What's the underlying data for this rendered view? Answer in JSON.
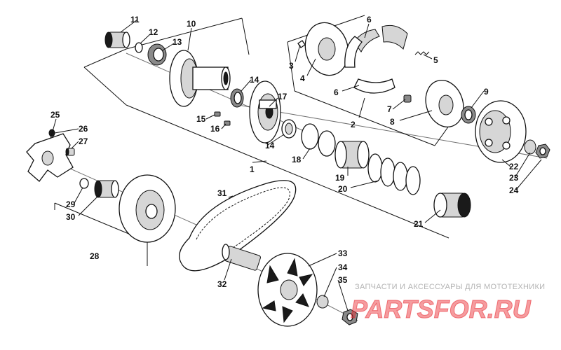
{
  "diagram": {
    "callouts": [
      {
        "n": "1"
      },
      {
        "n": "2"
      },
      {
        "n": "3"
      },
      {
        "n": "4"
      },
      {
        "n": "5"
      },
      {
        "n": "6"
      },
      {
        "n": "6"
      },
      {
        "n": "7"
      },
      {
        "n": "8"
      },
      {
        "n": "9"
      },
      {
        "n": "10"
      },
      {
        "n": "11"
      },
      {
        "n": "12"
      },
      {
        "n": "13"
      },
      {
        "n": "14"
      },
      {
        "n": "14"
      },
      {
        "n": "15"
      },
      {
        "n": "16"
      },
      {
        "n": "17"
      },
      {
        "n": "18"
      },
      {
        "n": "19"
      },
      {
        "n": "20"
      },
      {
        "n": "21"
      },
      {
        "n": "22"
      },
      {
        "n": "23"
      },
      {
        "n": "24"
      },
      {
        "n": "25"
      },
      {
        "n": "26"
      },
      {
        "n": "27"
      },
      {
        "n": "28"
      },
      {
        "n": "29"
      },
      {
        "n": "30"
      },
      {
        "n": "31"
      },
      {
        "n": "32"
      },
      {
        "n": "33"
      },
      {
        "n": "34"
      },
      {
        "n": "35"
      }
    ]
  },
  "watermark": {
    "caption": "ЗАПЧАСТИ И АКСЕССУАРЫ ДЛЯ МОТОТЕХНИКИ",
    "logo": "PARTSFOR.RU",
    "color": "#e8242b"
  }
}
